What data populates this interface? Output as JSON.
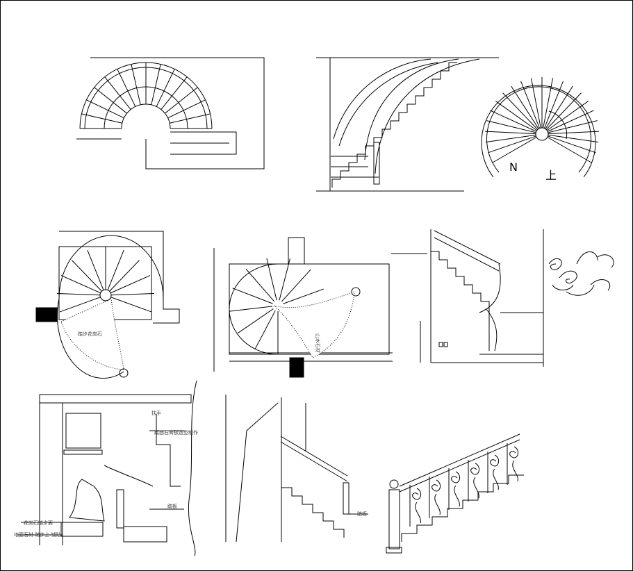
{
  "title": "Spiral staircase CAD drawings",
  "colors": {
    "line": "#000000",
    "background": "#ffffff"
  },
  "labels": {
    "up_mark": "上",
    "north_mark": "N",
    "plan1_fill": "踏步花岗石",
    "plan2_fill": "山水石材",
    "elev_handrail": "扶手",
    "elev_board": "踏面石膏板造型制作",
    "elev_tread": "踏板",
    "elev_stone": "花岗石踏步面",
    "elev_floor": "地面石材 踏步上 铺贴",
    "elev_tread2": "踏板"
  }
}
